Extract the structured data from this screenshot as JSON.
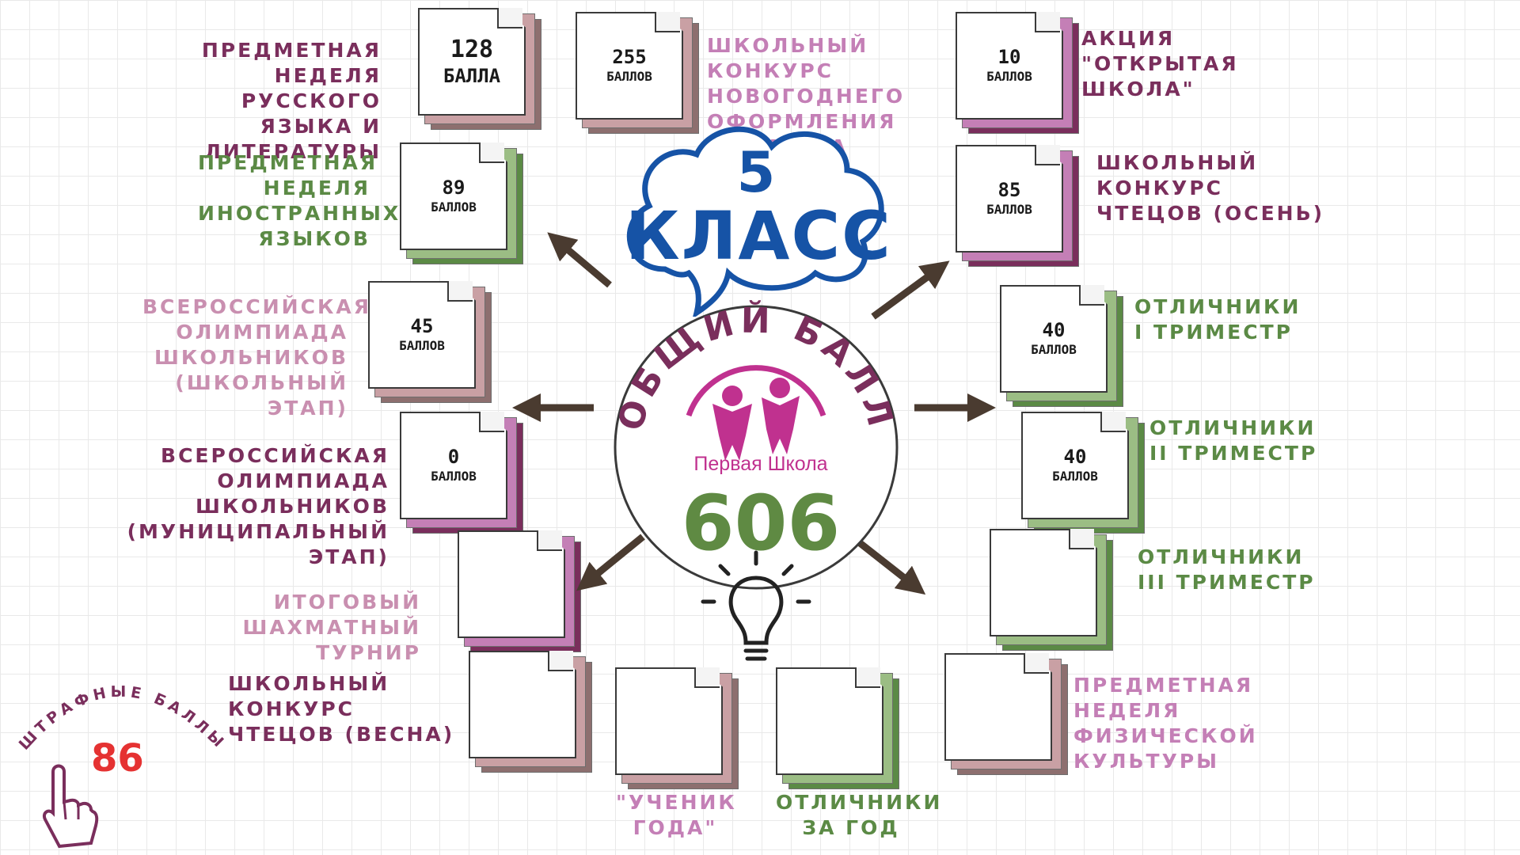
{
  "center": {
    "class_number": "5",
    "class_word": "КЛАСС",
    "ring_text": "ОБЩИЙ БАЛЛ",
    "logo_text": "Первая Школа",
    "total": "606"
  },
  "penalty": {
    "label": "ШТРАФНЫЕ БАЛЛЫ",
    "score": "86"
  },
  "labels": {
    "russian_week": "ПРЕДМЕТНАЯ НЕДЕЛЯ\nРУССКОГО ЯЗЫКА И\nЛИТЕРАТУРЫ",
    "newyear_contest": "ШКОЛЬНЫЙ      КОНКУРС\nНОВОГОДНЕГО\nОФОРМЛЕНИЯ КАБИНЕТА",
    "open_school": "АКЦИЯ\n\"ОТКРЫТАЯ ШКОЛА\"",
    "foreign_week": "ПРЕДМЕТНАЯ\nНЕДЕЛЯ\nИНОСТРАННЫХ\nЯЗЫКОВ",
    "readers_autumn": "ШКОЛЬНЫЙ КОНКУРС\nЧТЕЦОВ  (ОСЕНЬ)",
    "olymp_school": "ВСЕРОССИЙСКАЯ\nОЛИМПИАДА\nШКОЛЬНИКОВ\n(ШКОЛЬНЫЙ ЭТАП)",
    "excellent_1": "ОТЛИЧНИКИ\nI ТРИМЕСТР",
    "olymp_municipal": "ВСЕРОССИЙСКАЯ ОЛИМПИАДА\nШКОЛЬНИКОВ\n(МУНИЦИПАЛЬНЫЙ ЭТАП)",
    "excellent_2": "ОТЛИЧНИКИ\nII ТРИМЕСТР",
    "chess": "ИТОГОВЫЙ\nШАХМАТНЫЙ ТУРНИР",
    "excellent_3": "ОТЛИЧНИКИ\nIII ТРИМЕСТР",
    "readers_spring": "ШКОЛЬНЫЙ КОНКУРС\nЧТЕЦОВ  (ВЕСНА)",
    "pe_week": "ПРЕДМЕТНАЯ НЕДЕЛЯ\nФИЗИЧЕСКОЙ КУЛЬТУРЫ",
    "student_of_year": "\"УЧЕНИК\nГОДА\"",
    "excellent_year": "ОТЛИЧНИКИ\nЗА ГОД"
  },
  "notes": {
    "russian_week": {
      "num": "128",
      "unit": "БАЛЛА"
    },
    "newyear_contest": {
      "num": "255",
      "unit": "БАЛЛОВ"
    },
    "open_school": {
      "num": "10",
      "unit": "БАЛЛОВ"
    },
    "foreign_week": {
      "num": "89",
      "unit": "БАЛЛОВ"
    },
    "readers_autumn": {
      "num": "85",
      "unit": "БАЛЛОВ"
    },
    "olymp_school": {
      "num": "45",
      "unit": "БАЛЛОВ"
    },
    "excellent_1": {
      "num": "40",
      "unit": "БАЛЛОВ"
    },
    "olymp_municipal": {
      "num": "0",
      "unit": "БАЛЛОВ"
    },
    "excellent_2": {
      "num": "40",
      "unit": "БАЛЛОВ"
    }
  },
  "colors": {
    "plum": "#7a2e5c",
    "pink": "#c47fb6",
    "green": "#5b8a45",
    "mauve": "#c9a0a4",
    "brown": "#8d6f6f",
    "accent_blue": "#1653a6",
    "logo_pink": "#c0318f"
  }
}
